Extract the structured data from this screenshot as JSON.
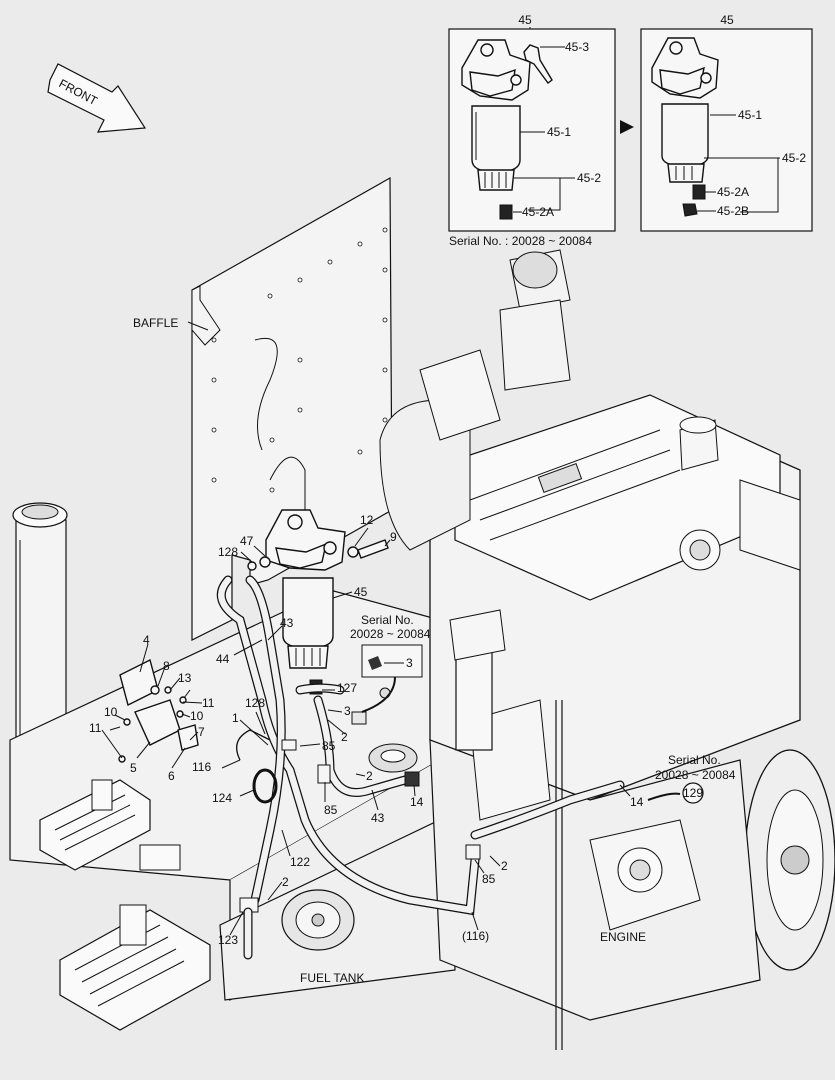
{
  "inset_left": {
    "top_ref": "45",
    "labels": [
      "45-3",
      "45-1",
      "45-2",
      "45-2A"
    ],
    "caption": "Serial No. : 20028 ~ 20084"
  },
  "inset_right": {
    "top_ref": "45",
    "labels": [
      "45-1",
      "45-2",
      "45-2A",
      "45-2B"
    ]
  },
  "direction": "FRONT",
  "areas": {
    "baffle": "BAFFLE",
    "fuel_tank": "FUEL TANK",
    "engine": "ENGINE"
  },
  "serial_callouts": [
    {
      "line1": "Serial No.",
      "line2": "20028 ~ 20084",
      "part": "3"
    },
    {
      "line1": "Serial No.",
      "line2": "20028 ~ 20084",
      "part_left": "14",
      "part_circled": "129"
    }
  ],
  "part_numbers": {
    "p12": "12",
    "p9": "9",
    "p128a": "128",
    "p47": "47",
    "p45": "45",
    "p43a": "43",
    "p4": "4",
    "p44": "44",
    "p8": "8",
    "p13": "13",
    "p10a": "10",
    "p11a": "11",
    "p11b": "11",
    "p10b": "10",
    "p7": "7",
    "p5": "5",
    "p6": "6",
    "p127": "127",
    "p3": "3",
    "p2a": "2",
    "p128b": "128",
    "p1": "1",
    "p85a": "85",
    "p116": "116",
    "p2b": "2",
    "p124": "124",
    "p85b": "85",
    "p43b": "43",
    "p14": "14",
    "p2c": "2",
    "p85c": "85",
    "p122": "122",
    "p2d": "2",
    "p123": "123",
    "p116p": "(116)"
  }
}
